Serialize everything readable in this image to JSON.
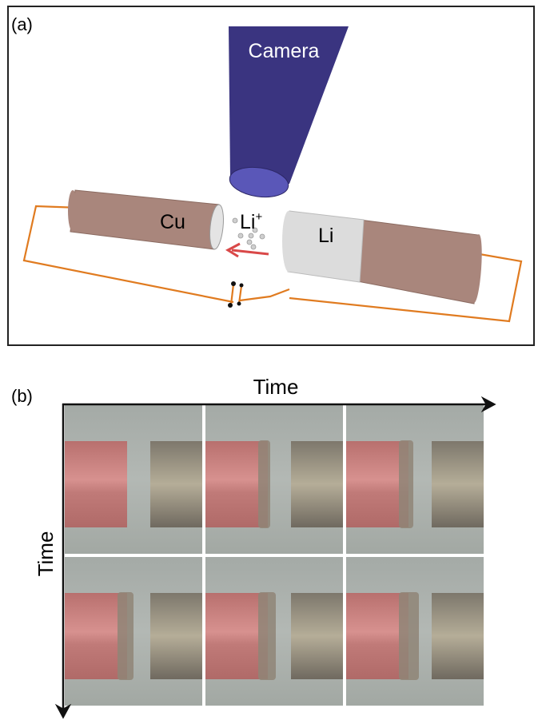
{
  "panel_a": {
    "label": "(a)",
    "camera_label": "Camera",
    "cu_label": "Cu",
    "li_ion_label": "Li",
    "li_ion_charge": "+",
    "li_label": "Li",
    "colors": {
      "camera": "#3a3480",
      "camera_lens": "#5a57b8",
      "electrode": "#a9867c",
      "lithium": "#dcdcdc",
      "wire": "#e07b20",
      "arrow": "#d94848"
    }
  },
  "panel_b": {
    "label": "(b)",
    "x_axis_label": "Time",
    "y_axis_label": "Time",
    "frames": [
      {
        "row": 1,
        "col": 1,
        "growth": 0.0
      },
      {
        "row": 1,
        "col": 2,
        "growth": 0.2
      },
      {
        "row": 1,
        "col": 3,
        "growth": 0.4
      },
      {
        "row": 2,
        "col": 1,
        "growth": 0.55
      },
      {
        "row": 2,
        "col": 2,
        "growth": 0.7
      },
      {
        "row": 2,
        "col": 3,
        "growth": 0.9
      }
    ]
  }
}
